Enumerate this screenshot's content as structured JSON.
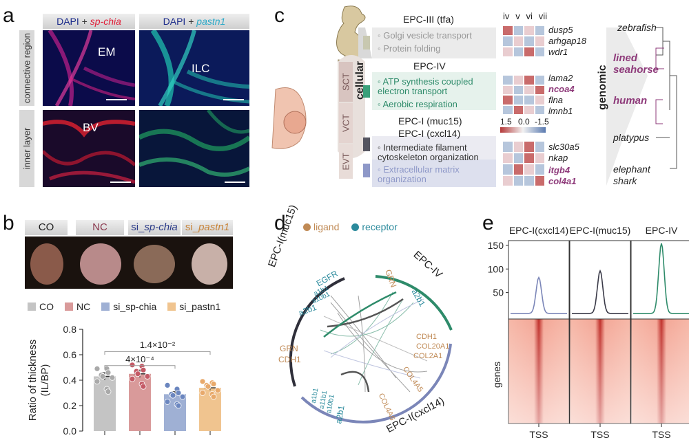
{
  "panels": {
    "a": "a",
    "b": "b",
    "c": "c",
    "d": "d",
    "e": "e"
  },
  "panel_a": {
    "col_headers": [
      {
        "dapi": "DAPI",
        "plus": " + ",
        "gene": "sp-chia",
        "gene_color": "#e0203a"
      },
      {
        "dapi": "DAPI",
        "plus": " + ",
        "gene": "pastn1",
        "gene_color": "#29a8c8"
      }
    ],
    "row_labels": [
      "connective region",
      "inner layer"
    ],
    "image_labels": [
      "EM",
      "ILC",
      "BV"
    ]
  },
  "panel_b": {
    "groups": [
      "CO",
      "NC",
      "si_sp-chia",
      "si_pastn1"
    ],
    "group_header": [
      {
        "prefix": "",
        "text": "CO",
        "color": "#1d1d1d"
      },
      {
        "prefix": "",
        "text": "NC",
        "color": "#8b3a4f"
      },
      {
        "prefix": "si_",
        "text": "sp-chia",
        "color": "#2a3a88"
      },
      {
        "prefix": "si_",
        "text": "pastn1",
        "color": "#c8843a"
      }
    ],
    "legend": [
      {
        "text": "CO",
        "color": "#c4c4c4"
      },
      {
        "text": "NC",
        "color": "#d99a9a"
      },
      {
        "text": "si_sp-chia",
        "color": "#9fb0d4"
      },
      {
        "text": "si_pastn1",
        "color": "#f0c48f"
      }
    ]
  },
  "chart_data": [
    {
      "type": "bar",
      "categories": [
        "CO",
        "NC",
        "si_sp-chia",
        "si_pastn1"
      ],
      "values": [
        0.43,
        0.45,
        0.29,
        0.34
      ],
      "errors": [
        0.03,
        0.03,
        0.02,
        0.02
      ],
      "colors": [
        "#c4c4c4",
        "#d99a9a",
        "#9fb0d4",
        "#f0c48f"
      ],
      "point_colors": [
        "#a9a9a9",
        "#c45a66",
        "#6b86bf",
        "#e8a96b"
      ],
      "points": [
        [
          0.49,
          0.49,
          0.46,
          0.44,
          0.43,
          0.42,
          0.39,
          0.33,
          0.31
        ],
        [
          0.52,
          0.51,
          0.48,
          0.47,
          0.45,
          0.43,
          0.41,
          0.37,
          0.35
        ],
        [
          0.36,
          0.33,
          0.3,
          0.29,
          0.28,
          0.27,
          0.23,
          0.21,
          0.2
        ],
        [
          0.39,
          0.38,
          0.37,
          0.36,
          0.35,
          0.32,
          0.3,
          0.29,
          0.27
        ]
      ],
      "ylabel": "Ratio of thickness\n(IL/BP)",
      "ylim": [
        0,
        0.8
      ],
      "yticks": [
        "0.0",
        "0.2",
        "0.4",
        "0.6",
        "0.8"
      ],
      "annotations": [
        "4×10⁻⁴",
        "1.4×10⁻²"
      ]
    },
    {
      "type": "line",
      "series": [
        {
          "name": "EPC-I(cxcl14)",
          "color": "#7b86b8",
          "peak": 82
        },
        {
          "name": "EPC-I(muc15)",
          "color": "#3a3a48",
          "peak": 96
        },
        {
          "name": "EPC-IV",
          "color": "#2e8b6a",
          "peak": 154
        }
      ],
      "ylim": [
        0,
        160
      ],
      "yticks": [
        "50",
        "100",
        "150"
      ],
      "xlabel": "TSS",
      "ylabel_heatmap": "genes"
    }
  ],
  "panel_c": {
    "cellular_label": "cellular",
    "genomic_label": "genomic",
    "cell_layers": [
      "SCT",
      "VCT",
      "EVT"
    ],
    "heat_cols": [
      "iv",
      "v",
      "vi",
      "vii"
    ],
    "groups": [
      {
        "title": "EPC-III (tfa)",
        "terms": [
          "Golgi vesicle transport",
          "Protein folding"
        ],
        "genes": [
          "dusp5",
          "arhgap18",
          "wdr1"
        ],
        "hl": [
          false,
          false,
          false
        ]
      },
      {
        "title": "EPC-IV",
        "terms": [
          "ATP synthesis coupled electron transport",
          "Aerobic respiration"
        ],
        "genes": [
          "lama2",
          "ncoa4",
          "flna",
          "lmnb1"
        ],
        "hl": [
          false,
          true,
          false,
          false
        ]
      },
      {
        "title": "EPC-I (muc15)",
        "title2": "EPC-I (cxcl14)",
        "terms": [
          "Intermediate filament cytoskeleton organization",
          "Extracellular matrix organization"
        ],
        "genes": [
          "slc30a5",
          "nkap",
          "itgb4",
          "col4a1"
        ],
        "hl": [
          false,
          false,
          true,
          true
        ]
      }
    ],
    "colorbar": [
      "1.5",
      "0.0",
      "-1.5"
    ],
    "species": [
      "zebrafish",
      "lined seahorse",
      "human",
      "platypus",
      "elephant shark"
    ]
  },
  "panel_d": {
    "legend": [
      {
        "text": "ligand",
        "color": "#c08a55"
      },
      {
        "text": "receptor",
        "color": "#2b8a9c"
      }
    ],
    "arcs": [
      "EPC-I(muc15)",
      "EPC-IV",
      "EPC-I(cxcl14)"
    ],
    "labels": {
      "muc15": [
        "EGFR",
        "a1b1",
        "a10b1",
        "a2b1",
        "GRN",
        "CDH1"
      ],
      "epc4": [
        "GRN",
        "a2b1"
      ],
      "cxcl14": [
        "CDH1",
        "COL20A1",
        "COL2A1",
        "COL4A5",
        "COL4A6",
        "a1b1",
        "a11b1",
        "a10b1",
        "a2b1"
      ]
    }
  }
}
